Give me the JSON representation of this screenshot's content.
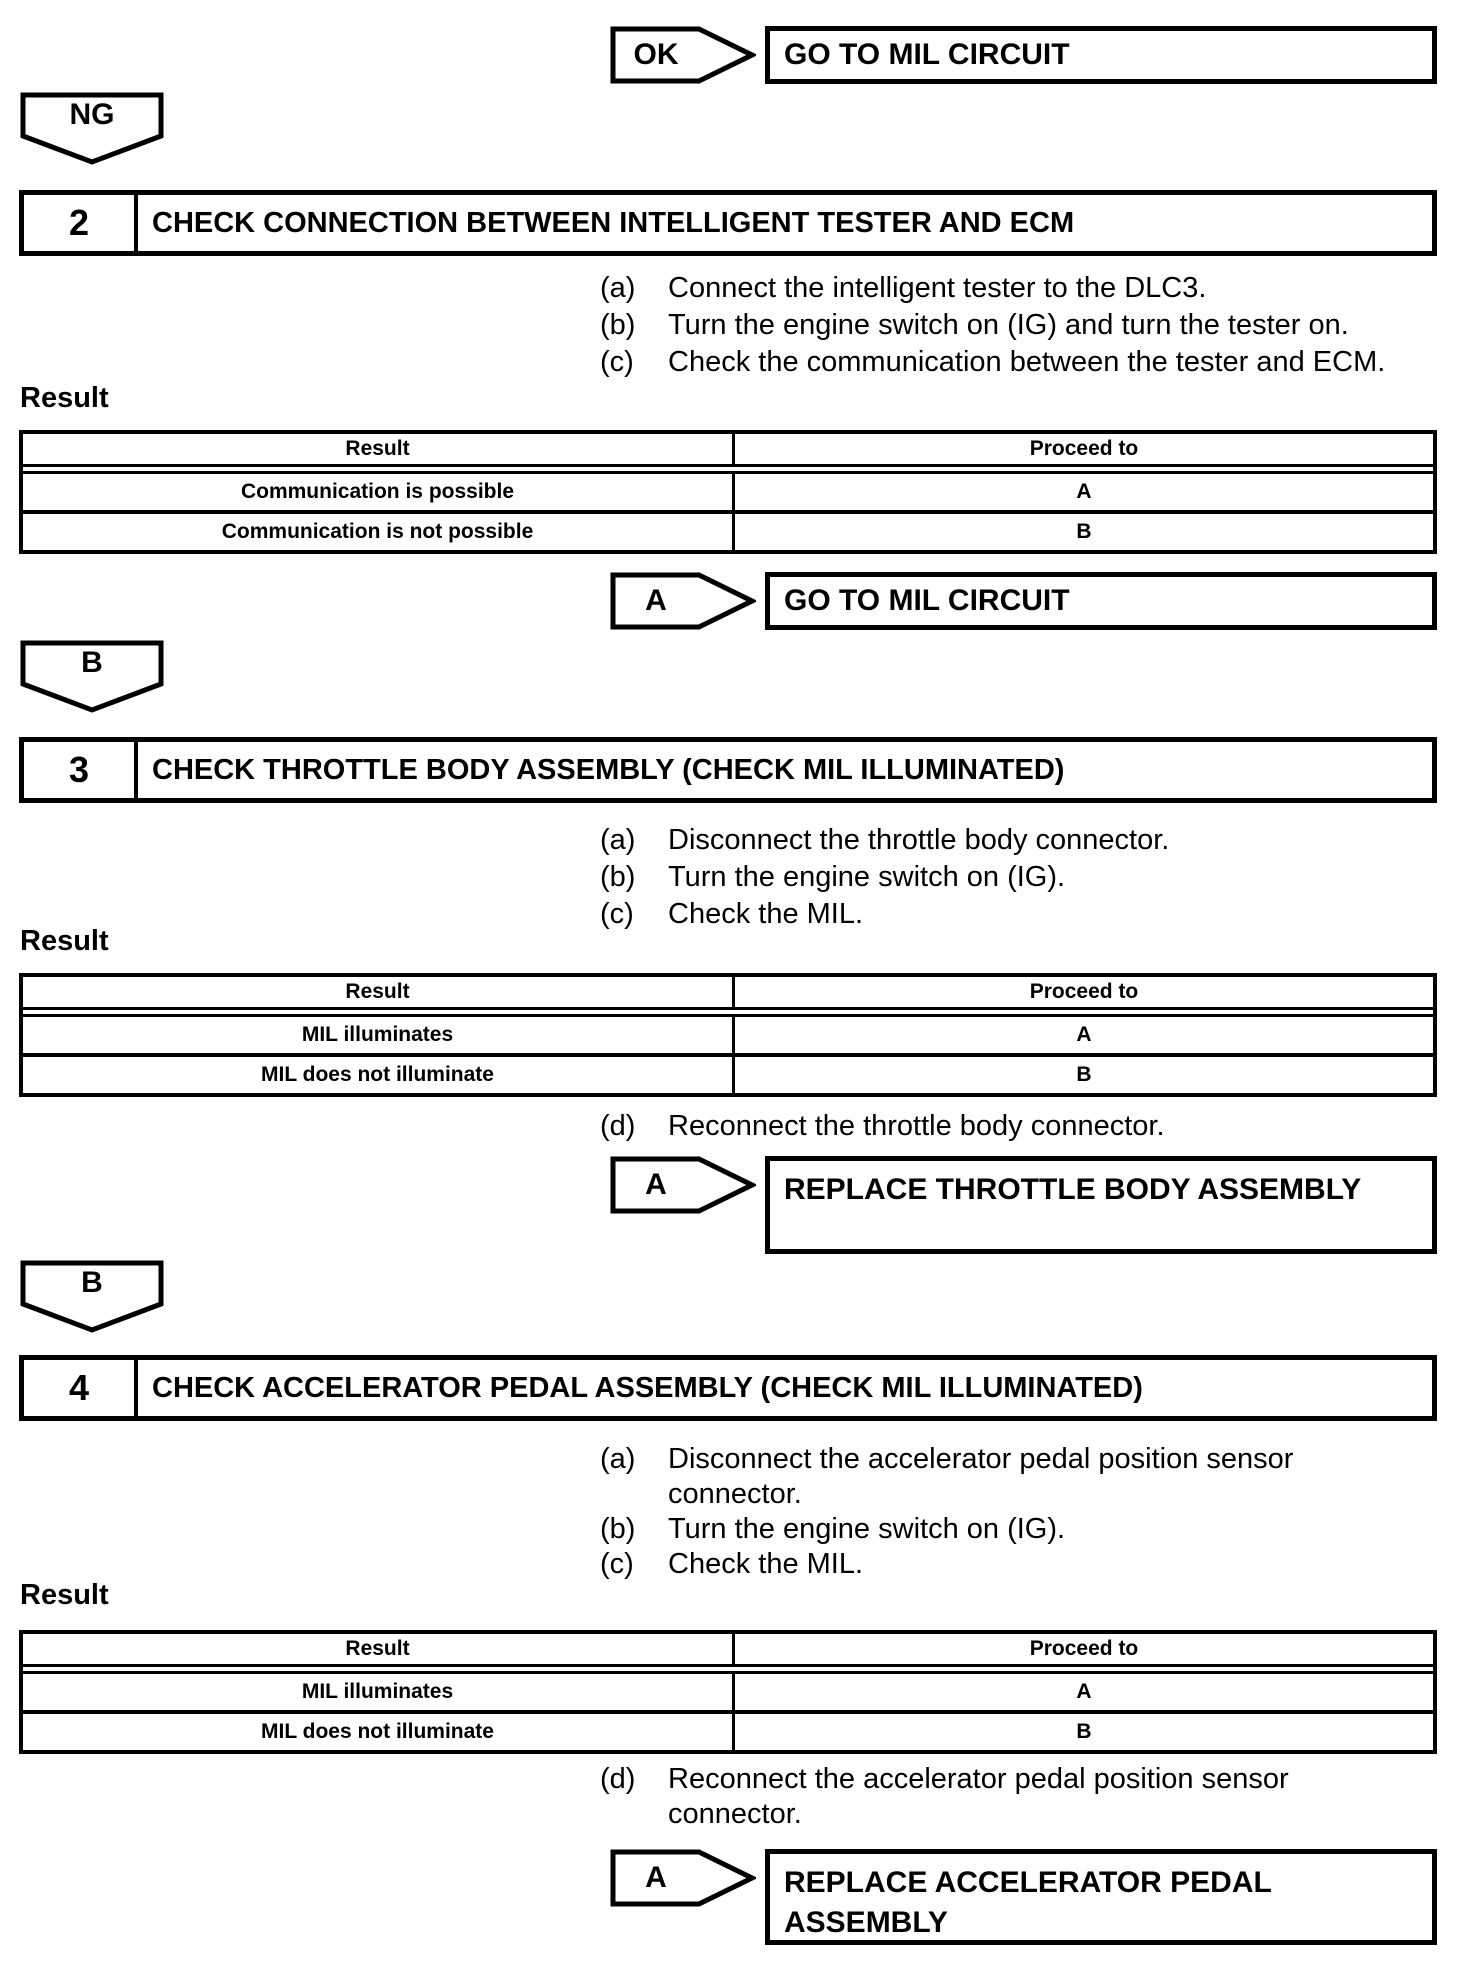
{
  "top": {
    "connector": "OK",
    "action": "GO TO MIL CIRCUIT",
    "branch": "NG"
  },
  "steps": [
    {
      "number": "2",
      "title": "CHECK CONNECTION BETWEEN INTELLIGENT TESTER AND ECM",
      "inst": [
        {
          "label": "(a)",
          "l1": "Connect the intelligent tester to the DLC3."
        },
        {
          "label": "(b)",
          "l1": "Turn the engine switch on (IG) and turn the tester on."
        },
        {
          "label": "(c)",
          "l1": "Check the communication between the tester and ECM."
        }
      ],
      "result_label": "Result",
      "table": {
        "h1": "Result",
        "h2": "Proceed to",
        "r1c1": "Communication is possible",
        "r1c2": "A",
        "r2c1": "Communication is not possible",
        "r2c2": "B"
      },
      "outcome": {
        "connector": "A",
        "l1": "GO TO MIL CIRCUIT"
      },
      "branch": "B"
    },
    {
      "number": "3",
      "title": "CHECK THROTTLE BODY ASSEMBLY (CHECK MIL ILLUMINATED)",
      "inst": [
        {
          "label": "(a)",
          "l1": "Disconnect the throttle body connector."
        },
        {
          "label": "(b)",
          "l1": "Turn the engine switch on (IG)."
        },
        {
          "label": "(c)",
          "l1": "Check the MIL."
        }
      ],
      "result_label": "Result",
      "table": {
        "h1": "Result",
        "h2": "Proceed to",
        "r1c1": "MIL illuminates",
        "r1c2": "A",
        "r2c1": "MIL does not illuminate",
        "r2c2": "B"
      },
      "post": {
        "label": "(d)",
        "l1": "Reconnect the throttle body connector."
      },
      "outcome": {
        "connector": "A",
        "l1": "REPLACE THROTTLE BODY ASSEMBLY"
      },
      "branch": "B"
    },
    {
      "number": "4",
      "title": "CHECK ACCELERATOR PEDAL ASSEMBLY (CHECK MIL ILLUMINATED)",
      "inst": [
        {
          "label": "(a)",
          "l1": "Disconnect the accelerator pedal position sensor",
          "l2": "connector."
        },
        {
          "label": "(b)",
          "l1": "Turn the engine switch on (IG)."
        },
        {
          "label": "(c)",
          "l1": "Check the MIL."
        }
      ],
      "result_label": "Result",
      "table": {
        "h1": "Result",
        "h2": "Proceed to",
        "r1c1": "MIL illuminates",
        "r1c2": "A",
        "r2c1": "MIL does not illuminate",
        "r2c2": "B"
      },
      "post": {
        "label": "(d)",
        "l1": "Reconnect the accelerator pedal position sensor",
        "l2": "connector."
      },
      "outcome": {
        "connector": "A",
        "l1": "REPLACE ACCELERATOR PEDAL",
        "l2": "ASSEMBLY"
      }
    }
  ]
}
